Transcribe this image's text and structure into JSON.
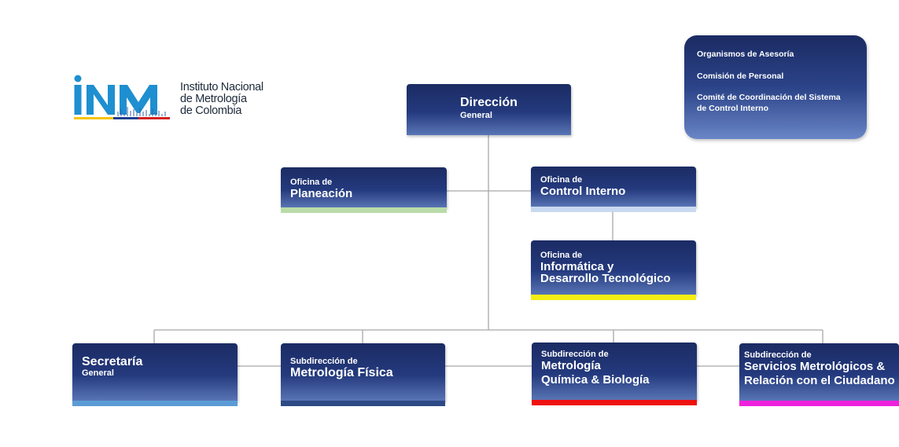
{
  "logo": {
    "mark": "iNM",
    "line1": "Instituto Nacional",
    "line2": "de Metrología",
    "line3": "de Colombia"
  },
  "advisory": {
    "items": [
      "Organismos de Asesoría",
      "Comisión de Personal",
      "Comité de Coordinación del Sistema",
      "de Control Interno"
    ]
  },
  "nodes": {
    "direccion": {
      "title": "Dirección",
      "sub": "General"
    },
    "planeacion": {
      "small": "Oficina de",
      "title": "Planeación"
    },
    "control": {
      "small": "Oficina de",
      "title": "Control Interno"
    },
    "informatica": {
      "small": "Oficina de",
      "title1": "Informática y",
      "title2": "Desarrollo Tecnológico"
    },
    "secretaria": {
      "title": "Secretaría",
      "sub": "General"
    },
    "fisica": {
      "small": "Subdirección de",
      "title": "Metrología Física"
    },
    "quimica": {
      "small": "Subdirección de",
      "title1": "Metrología",
      "title2": "Química & Biología"
    },
    "servicios": {
      "small": "Subdirección de",
      "title1": "Servicios Metrológicos &",
      "title2": "Relación con el Ciudadano"
    }
  },
  "colors": {
    "planeacion_stripe": "#b9dca8",
    "control_stripe": "#c9d9ef",
    "informatica_stripe": "#f3ee14",
    "secretaria_stripe": "#5b9bd5",
    "fisica_stripe": "#2e4a86",
    "quimica_stripe": "#ee1111",
    "servicios_stripe": "#ee22dd"
  }
}
